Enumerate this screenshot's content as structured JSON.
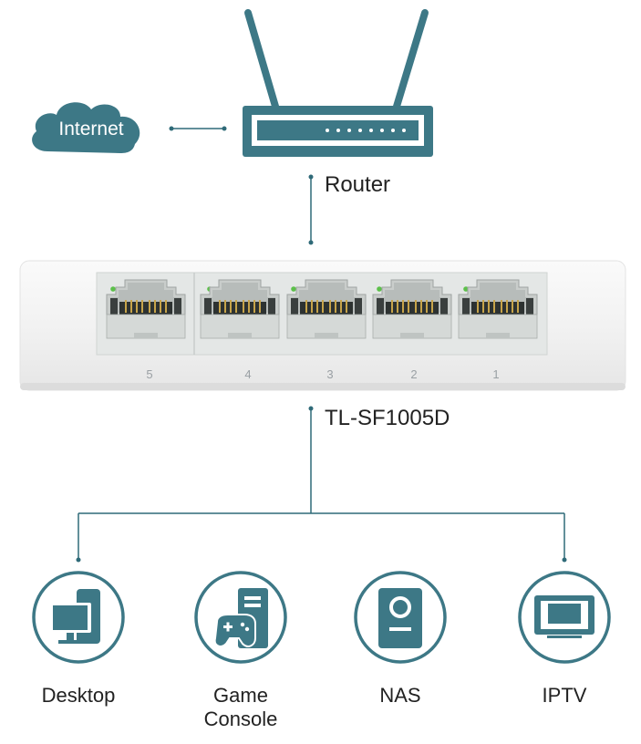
{
  "colors": {
    "teal": "#3d7886",
    "line": "#2f6a78",
    "switch_body": "#f3f3f3",
    "port_led": "#5cc04a"
  },
  "internet": {
    "label": "Internet",
    "icon": "cloud-icon"
  },
  "router": {
    "label": "Router",
    "icon": "router-icon"
  },
  "switch": {
    "model": "TL-SF1005D",
    "ports": [
      "5",
      "4",
      "3",
      "2",
      "1"
    ]
  },
  "devices": [
    {
      "id": "desktop",
      "label": "Desktop",
      "icon": "desktop-icon"
    },
    {
      "id": "game-console",
      "label": "Game\nConsole",
      "icon": "gamepad-icon"
    },
    {
      "id": "nas",
      "label": "NAS",
      "icon": "nas-icon"
    },
    {
      "id": "iptv",
      "label": "IPTV",
      "icon": "tv-icon"
    }
  ]
}
